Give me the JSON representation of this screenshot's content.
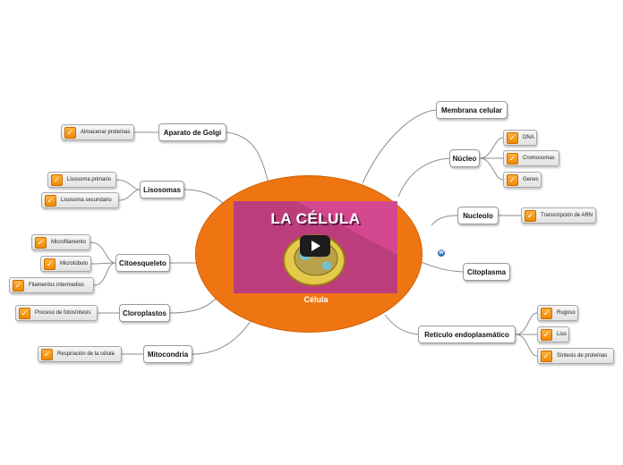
{
  "center": {
    "label": "Célula"
  },
  "video": {
    "title": "LA CÉLULA",
    "play_icon": "play-icon"
  },
  "topics": {
    "aparato_golgi": {
      "label": "Aparato de Golgi",
      "items": [
        "Almacenar proteínas"
      ]
    },
    "lisosomas": {
      "label": "Lisosomas",
      "items": [
        "Lisosoma primario",
        "Lisosoma secundario"
      ]
    },
    "citoesqueleto": {
      "label": "Citoesqueleto",
      "items": [
        "Microfilamento",
        "Microtúbulo",
        "Filamentos intermedios"
      ]
    },
    "cloroplastos": {
      "label": "Cloroplastos",
      "items": [
        "Proceso de fotosíntesis"
      ]
    },
    "mitocondria": {
      "label": "Mitocondria",
      "items": [
        "Respiración de la célula"
      ]
    },
    "membrana": {
      "label": "Membrana celular"
    },
    "nucleo": {
      "label": "Núcleo",
      "items": [
        "DNA",
        "Cromosomas",
        "Genes"
      ]
    },
    "nucleolo": {
      "label": "Nucleolo",
      "items": [
        "Transcripción de ARN"
      ]
    },
    "citoplasma": {
      "label": "Citoplasma"
    },
    "reticulo": {
      "label": "Retículo endoplasmático",
      "items": [
        "Rugoso",
        "Liso",
        "Síntesis de proteínas"
      ]
    }
  },
  "colors": {
    "center_fill": "#ef7512",
    "video_bg": "#d4488f",
    "check": "#f08a00"
  },
  "icons": {
    "check": "checkbox-check-icon",
    "wordpress": "wordpress-icon"
  }
}
